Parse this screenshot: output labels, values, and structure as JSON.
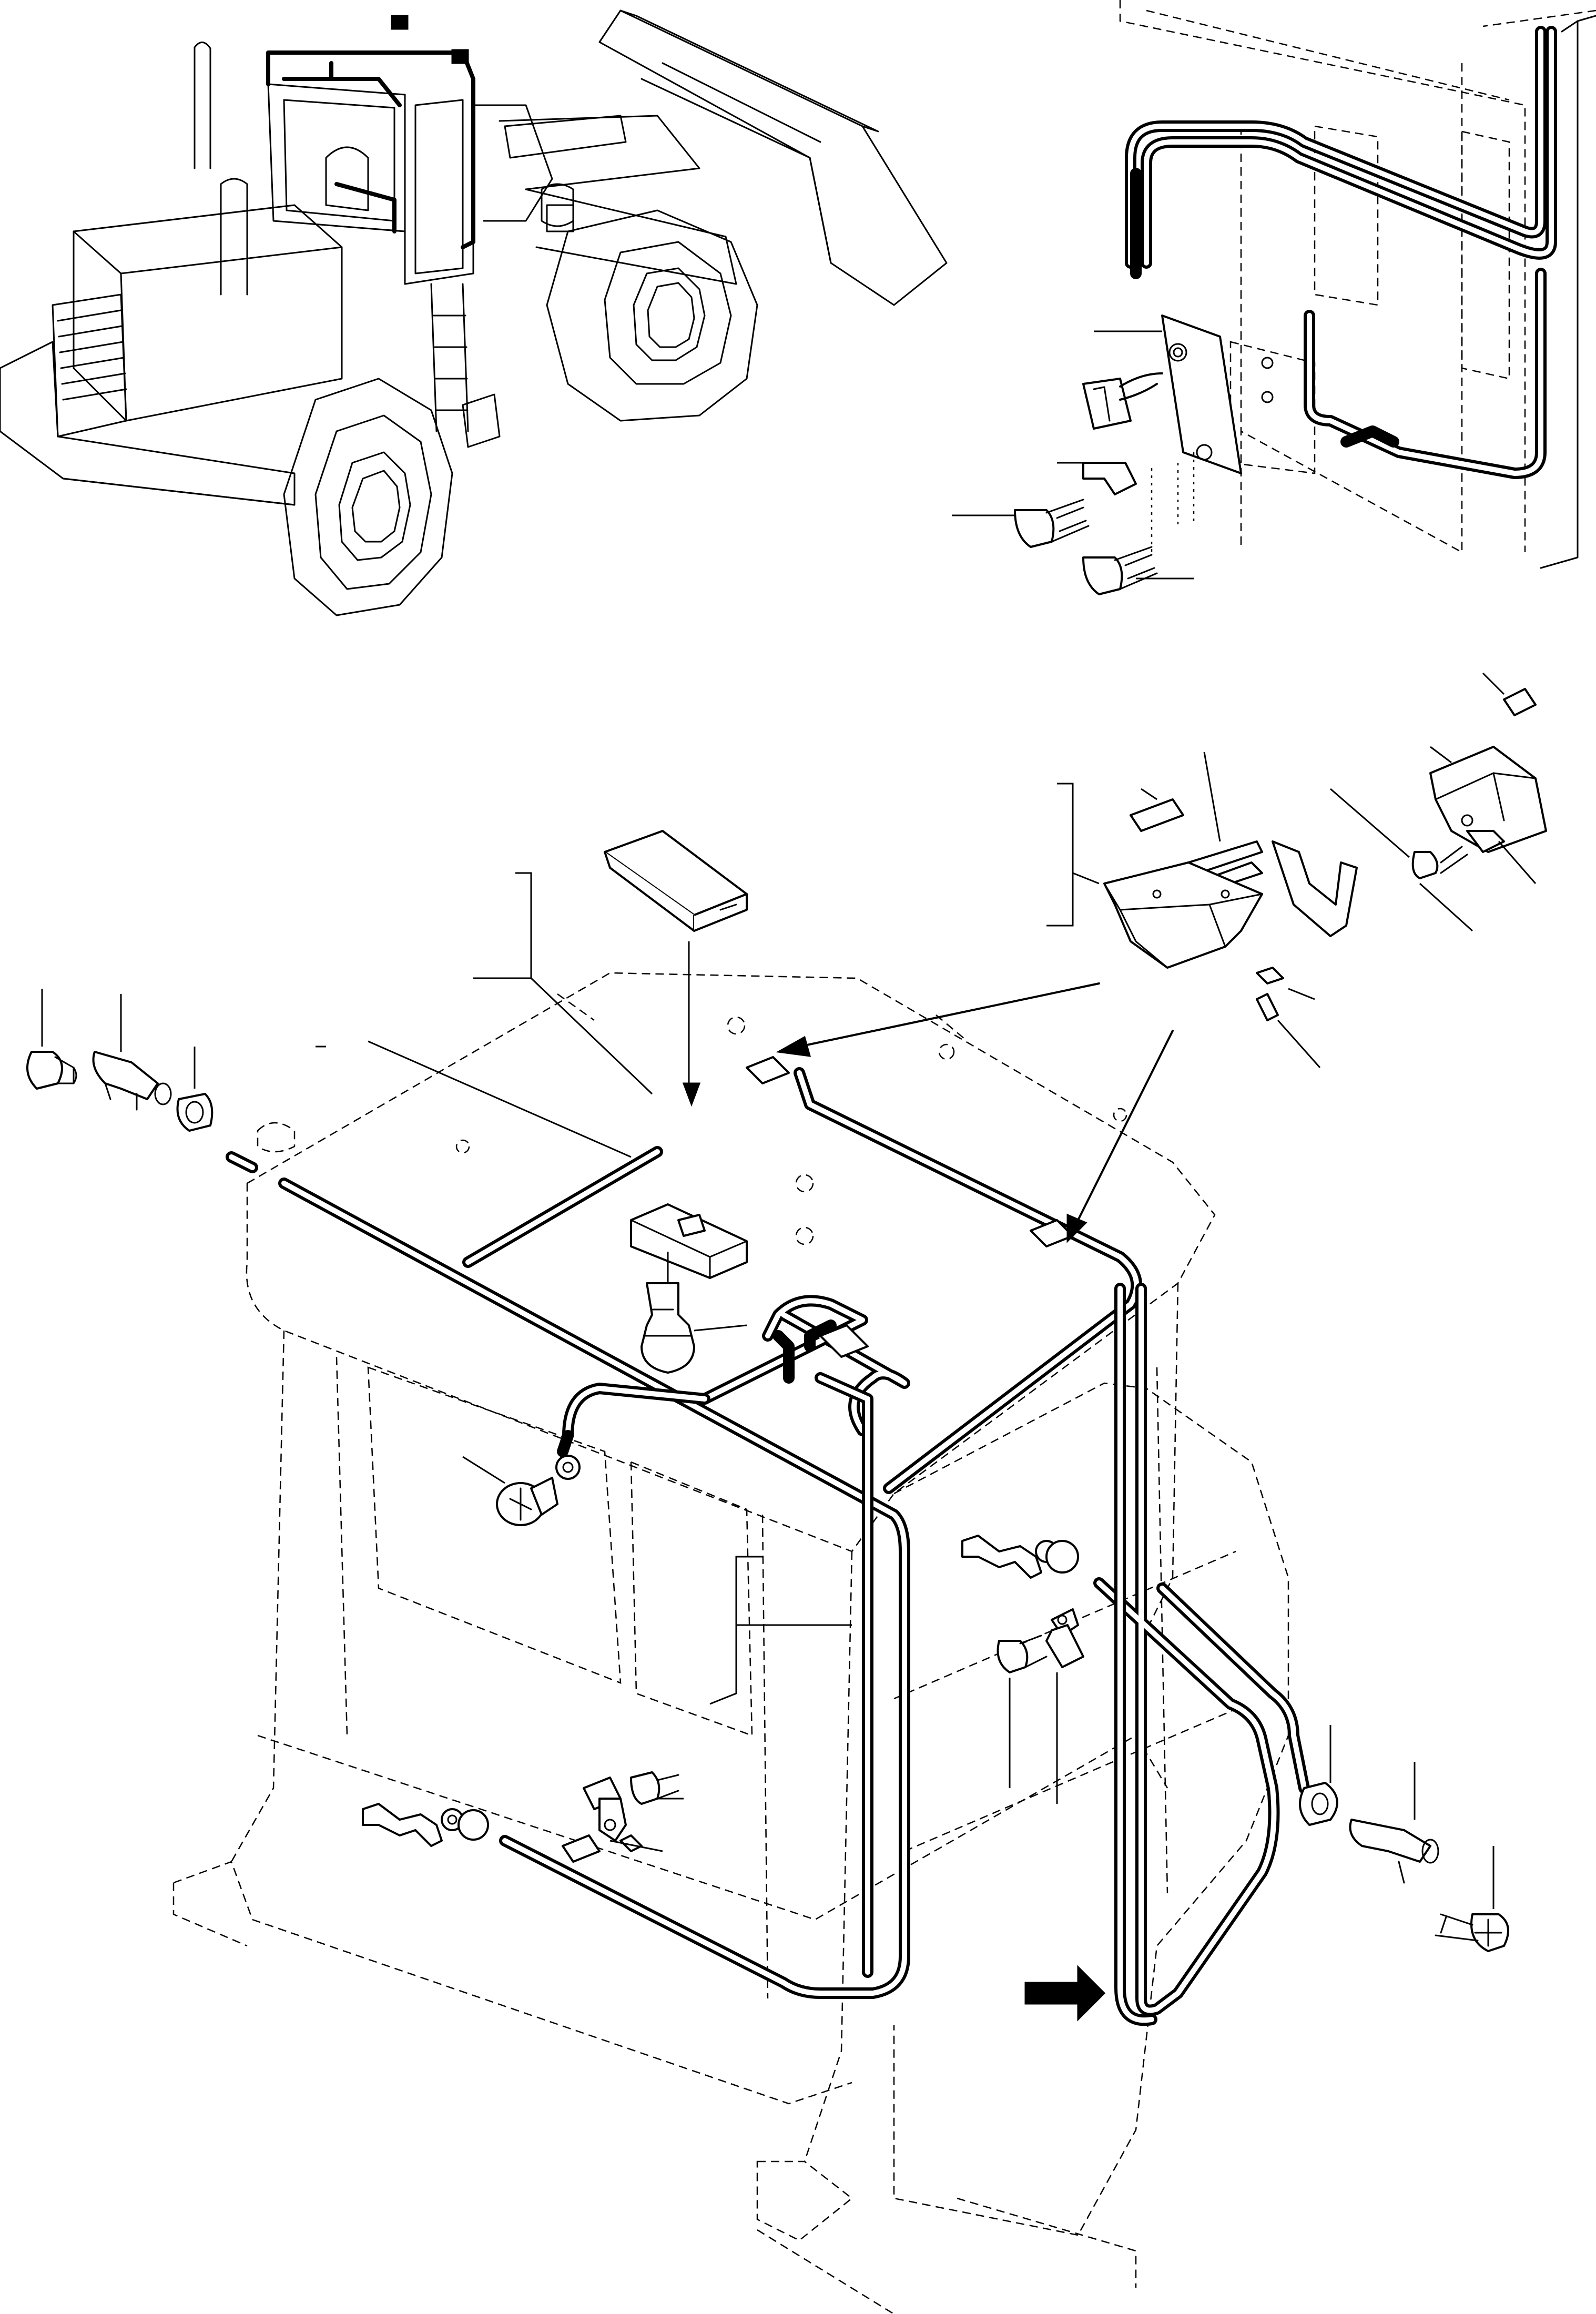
{
  "figure": {
    "views": [
      {
        "name": "machine-overview",
        "label": ""
      },
      {
        "name": "fender-panel-detail",
        "label": ""
      },
      {
        "name": "cab-roof-wiring",
        "label": ""
      }
    ],
    "callout_labels": []
  }
}
